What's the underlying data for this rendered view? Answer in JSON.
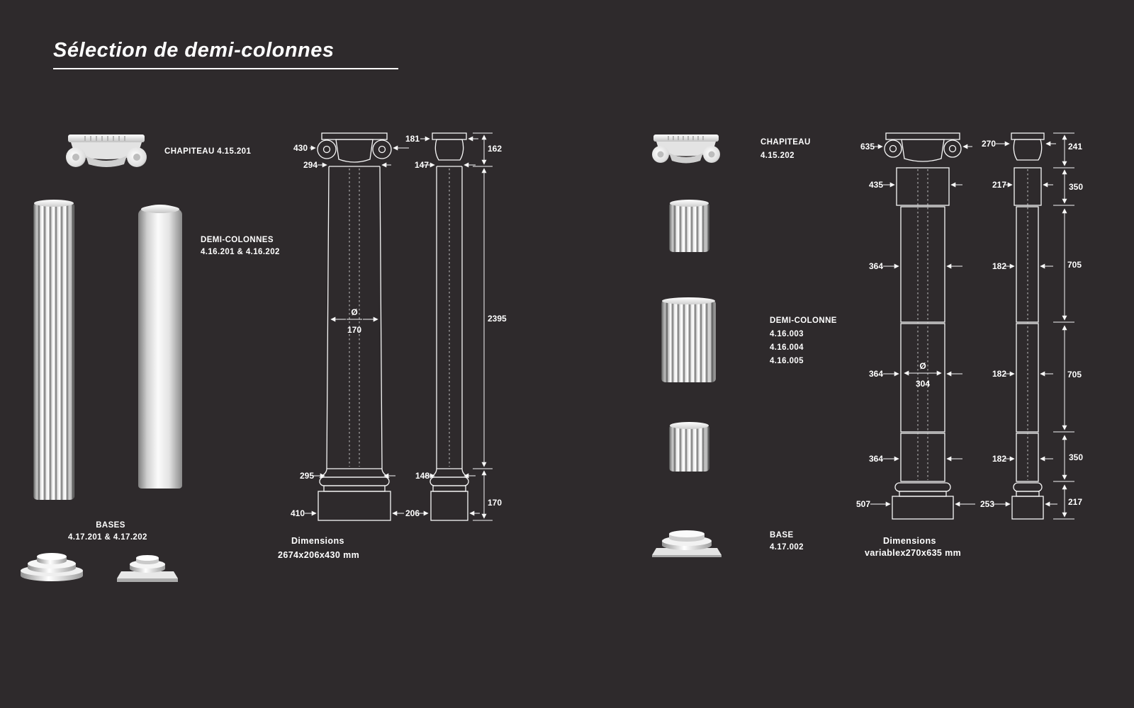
{
  "page": {
    "title": "Sélection de demi-colonnes"
  },
  "left": {
    "chapiteau_label": "CHAPITEAU 4.15.201",
    "demi_colonnes": {
      "label": "DEMI-COLONNES",
      "refs": "4.16.201 & 4.16.202"
    },
    "bases": {
      "label": "BASES",
      "refs": "4.17.201 & 4.17.202"
    },
    "dimensions": {
      "title": "Dimensions",
      "value": "2674x206x430 mm"
    },
    "front": {
      "cap_width": "430",
      "shaft_top_width": "294",
      "diameter_symbol": "Ø",
      "diameter_value": "170",
      "shaft_bottom_width": "295",
      "base_width": "410"
    },
    "side": {
      "cap_width": "181",
      "shaft_top_width": "147",
      "shaft_bottom_width": "148",
      "base_width": "206",
      "cap_height": "162",
      "shaft_height": "2395",
      "base_height": "170"
    }
  },
  "right": {
    "chapiteau": {
      "label": "CHAPITEAU",
      "ref": "4.15.202"
    },
    "demi_colonne": {
      "label": "DEMI-COLONNE",
      "refs": [
        "4.16.003",
        "4.16.004",
        "4.16.005"
      ]
    },
    "base": {
      "label": "BASE",
      "ref": "4.17.002"
    },
    "dimensions": {
      "title": "Dimensions",
      "value": "variablex270x635 mm"
    },
    "front": {
      "cap_width": "635",
      "neck_width": "435",
      "seg1_width": "364",
      "seg2_width": "364",
      "seg3_width": "364",
      "diameter_symbol": "Ø",
      "diameter_value": "304",
      "base_width": "507"
    },
    "side": {
      "cap_width": "270",
      "neck_width": "217",
      "seg1_width": "182",
      "seg2_width": "182",
      "seg3_width": "182",
      "base_width": "253",
      "cap_height": "241",
      "neck_height": "350",
      "seg1_height": "705",
      "seg2_height": "705",
      "seg3_height": "350",
      "base_height": "217"
    }
  }
}
